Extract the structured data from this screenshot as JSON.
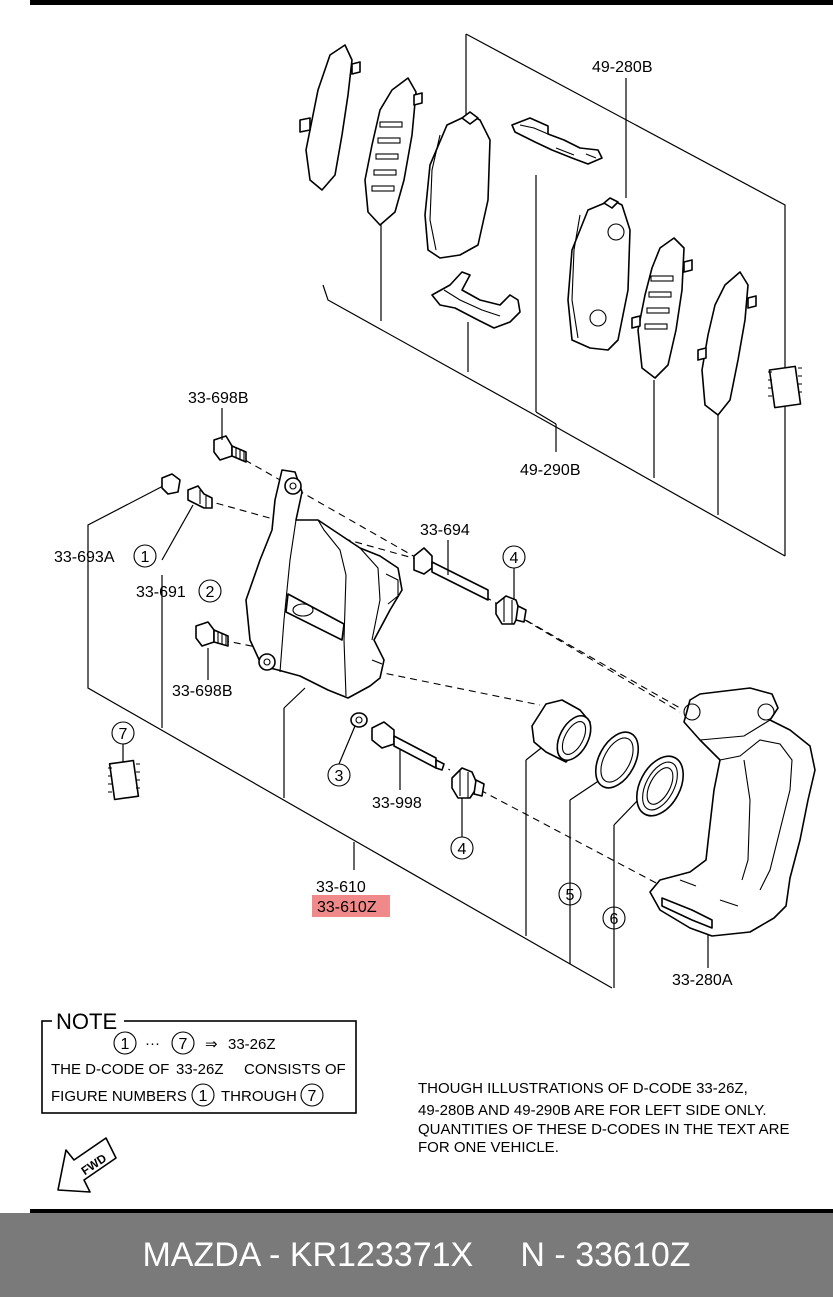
{
  "labels": {
    "p49_280b": "49-280B",
    "p49_290b": "49-290B",
    "p33_698b_top": "33-698B",
    "p33_698b_bottom": "33-698B",
    "p33_693a": "33-693A",
    "p33_691": "33-691",
    "p33_694": "33-694",
    "p33_998": "33-998",
    "p33_610": "33-610",
    "p33_610z": "33-610Z",
    "p33_280a": "33-280A"
  },
  "callouts": {
    "c1": "1",
    "c2": "2",
    "c3": "3",
    "c4a": "4",
    "c4b": "4",
    "c5": "5",
    "c6": "6",
    "c7": "7"
  },
  "highlight_color": "#f08a8a",
  "note": {
    "heading": "NOTE",
    "range_from": "1",
    "range_sep": "···",
    "range_to": "7",
    "arrow": "⇒",
    "range_code": "33-26Z",
    "line2_prefix": "THE D-CODE OF",
    "line2_code": "33-26Z",
    "line2_suffix": "CONSISTS OF",
    "line3_prefix": "FIGURE NUMBERS",
    "line3_from": "1",
    "line3_mid": "THROUGH",
    "line3_to": "7"
  },
  "disclaimer": {
    "line1": "THOUGH ILLUSTRATIONS OF D-CODE 33-26Z,",
    "line2": "49-280B AND 49-290B ARE FOR LEFT SIDE ONLY.",
    "line3": "QUANTITIES OF THESE D-CODES IN THE TEXT ARE",
    "line4": "FOR ONE VEHICLE."
  },
  "fwd_label": "FWD",
  "footer": {
    "left": "MAZDA - KR123371X",
    "right": "N - 33610Z"
  }
}
